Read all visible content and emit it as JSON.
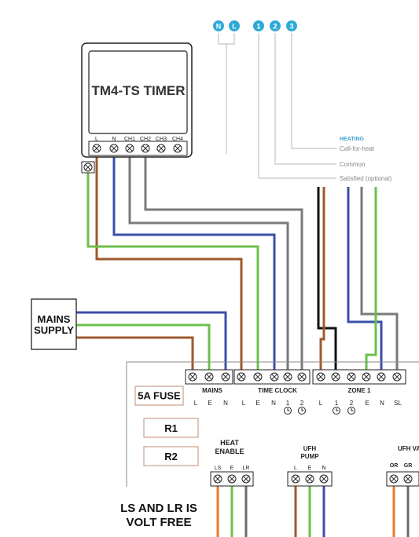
{
  "colors": {
    "live": "#9c5a2c",
    "neutral": "#3a4fa8",
    "earth": "#6cc04a",
    "switched": "#7a7a7a",
    "black": "#111111",
    "orange": "#e87b2b",
    "badge": "#2fa9d6",
    "legend_line": "#bdbdbd"
  },
  "badges": [
    "N",
    "L",
    "1",
    "2",
    "3"
  ],
  "timer": {
    "title": "TM4-TS TIMER",
    "terminals": [
      "L",
      "N",
      "CH1",
      "CH2",
      "CH3",
      "CH4"
    ]
  },
  "legend": {
    "heading": "HEATING",
    "items": [
      "Call-for-heat",
      "Common",
      "Satisfied (optional)"
    ]
  },
  "mains_supply": [
    "MAINS",
    "SUPPLY"
  ],
  "board": {
    "fuse": "5A FUSE",
    "relays": [
      "R1",
      "R2"
    ],
    "mains": {
      "name": "MAINS",
      "terms": [
        "L",
        "E",
        "N"
      ]
    },
    "time_clock": {
      "name": "TIME CLOCK",
      "terms": [
        "L",
        "E",
        "N",
        "1",
        "2"
      ]
    },
    "zone1": {
      "name": "ZONE 1",
      "terms": [
        "L",
        "1",
        "2",
        "E",
        "N",
        "SL"
      ]
    },
    "heat_enable": {
      "name": [
        "HEAT",
        "ENABLE"
      ],
      "terms": [
        "LS",
        "E",
        "LR"
      ]
    },
    "ufh_pump": {
      "name": [
        "UFH",
        "PUMP"
      ],
      "terms": [
        "L",
        "E",
        "N"
      ]
    },
    "ufh_valve": {
      "name": "UFH VA",
      "terms": [
        "OR",
        "GR"
      ]
    }
  },
  "footnote": [
    "LS AND LR IS",
    "VOLT FREE"
  ]
}
